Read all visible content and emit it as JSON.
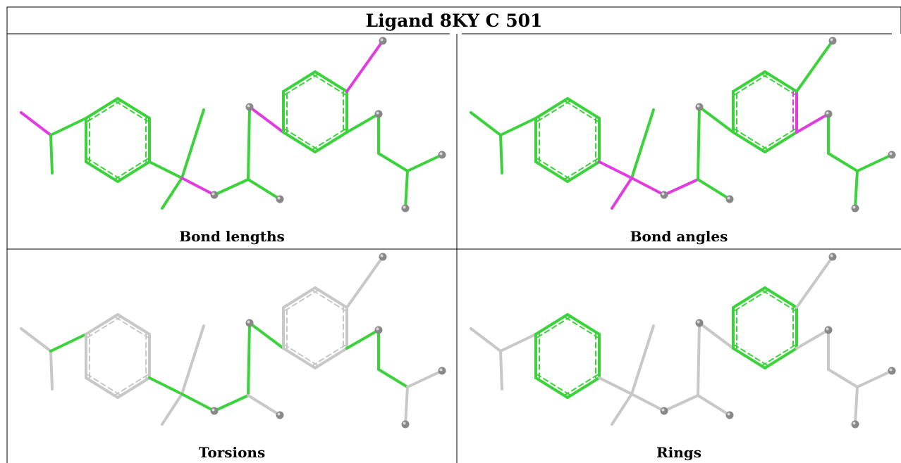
{
  "title": "Ligand 8KY C 501",
  "panels": [
    {
      "label": "Bond lengths",
      "highlight_mode": "lengths"
    },
    {
      "label": "Bond angles",
      "highlight_mode": "angles"
    },
    {
      "label": "Torsions",
      "highlight_mode": "torsions"
    },
    {
      "label": "Rings",
      "highlight_mode": "rings"
    }
  ],
  "colors": {
    "ok": "#3cd23c",
    "outlier": "#e03ce0",
    "neutral": "#c8c8c8",
    "atom": "#888888",
    "border": "#000000"
  }
}
